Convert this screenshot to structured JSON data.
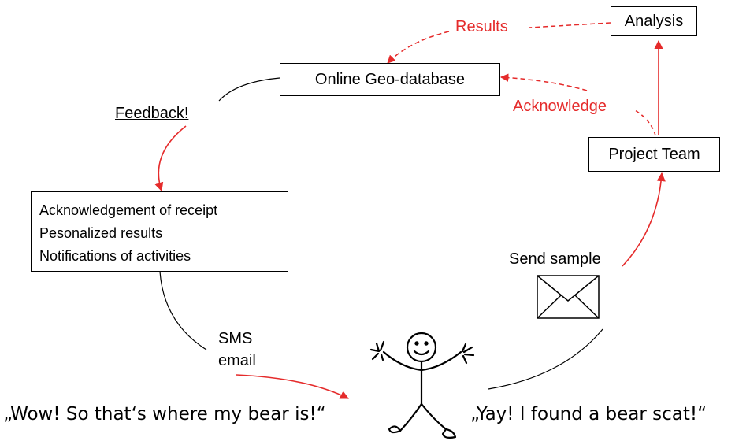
{
  "diagram": {
    "nodes": {
      "analysis": "Analysis",
      "online_geo_database": "Online Geo-database",
      "project_team": "Project Team",
      "feedback_list": [
        "Acknowledgement of receipt",
        "Pesonalized results",
        "Notifications of activities"
      ]
    },
    "labels": {
      "results": "Results",
      "acknowledge": "Acknowledge",
      "feedback": "Feedback!",
      "send_sample": "Send sample",
      "channels": [
        "SMS",
        "email"
      ]
    },
    "quotes": {
      "left": "„Wow! So that‘s where my bear is!“",
      "right": "„Yay! I found a bear scat!“"
    },
    "colors": {
      "accent": "#e52b2b",
      "line": "#000000"
    },
    "icons": {
      "envelope": "envelope-icon",
      "person": "stick-figure-icon"
    }
  }
}
